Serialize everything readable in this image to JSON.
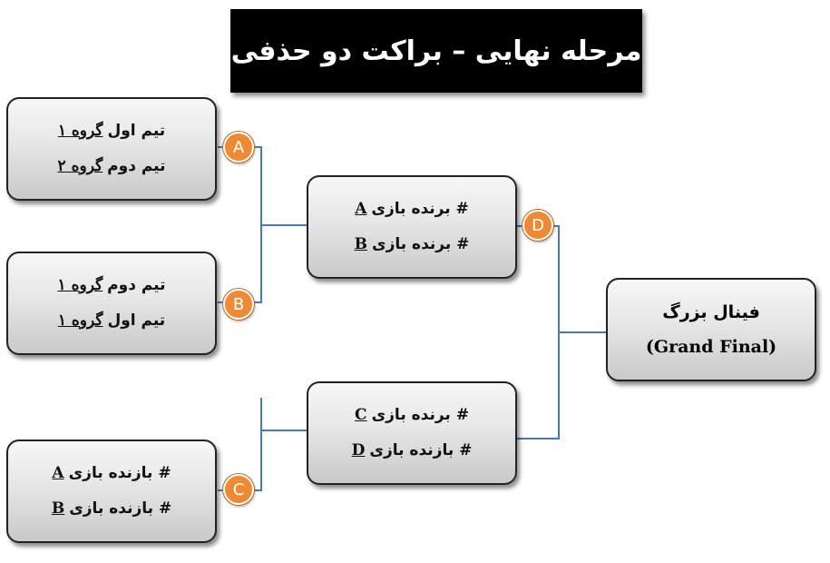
{
  "title": "مرحله نهایی – براکت دو حذفی",
  "match_a": {
    "label": "A",
    "line1": {
      "text": "تیم اول",
      "underlined": "گروه ۱"
    },
    "line2": {
      "text": "تیم دوم",
      "underlined": "گروه ۲"
    }
  },
  "match_b": {
    "label": "B",
    "line1": {
      "text": "تیم دوم",
      "underlined": "گروه ۱"
    },
    "line2": {
      "text": "تیم اول",
      "underlined": "گروه ۱"
    }
  },
  "match_c": {
    "label": "C",
    "line1": {
      "text": "# بازنده بازی",
      "underlined": "A"
    },
    "line2": {
      "text": "# بازنده بازی",
      "underlined": "B"
    }
  },
  "match_d": {
    "label": "D",
    "line1": {
      "text": "# برنده بازی",
      "underlined": "A"
    },
    "line2": {
      "text": "# برنده بازی",
      "underlined": "B"
    }
  },
  "match_e": {
    "line1": {
      "text": "# برنده بازی",
      "underlined": "C"
    },
    "line2": {
      "text": "# بازنده بازی",
      "underlined": "D"
    }
  },
  "final": {
    "line1": "فینال بزرگ",
    "line2": "(Grand Final)"
  },
  "colors": {
    "badge": "#ee8a36",
    "connector": "#4a7ab5",
    "title_bg": "#000000"
  }
}
